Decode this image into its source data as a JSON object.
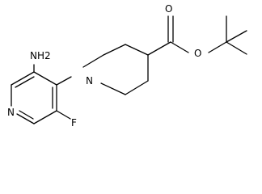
{
  "molecule": {
    "atoms": {
      "amine": "NH2",
      "pyridine_nitrogen": "N",
      "piperidine_nitrogen": "N",
      "fluorine": "F",
      "carbonyl_oxygen": "O",
      "ester_oxygen": "O"
    }
  }
}
